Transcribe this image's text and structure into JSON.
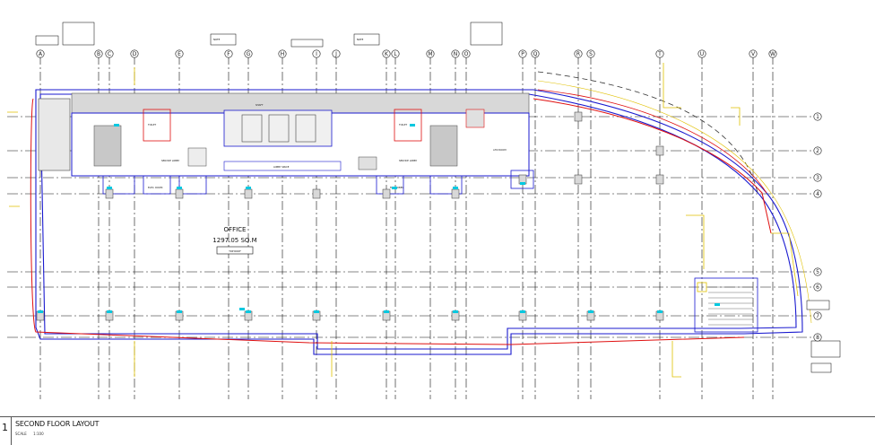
{
  "drawing": {
    "sheet_number": "1",
    "title": "SECOND FLOOR LAYOUT",
    "scale_label": "SCALE",
    "scale_value": "1:100"
  },
  "room": {
    "name": "OFFICE",
    "area": "1297.05 SQ.M",
    "tag": "TOP ROOF"
  },
  "grid_columns": [
    "A",
    "B",
    "C",
    "D",
    "E",
    "F",
    "G",
    "H",
    "I",
    "J",
    "K",
    "L",
    "M",
    "N",
    "O",
    "P",
    "Q",
    "R",
    "S",
    "T",
    "U",
    "V",
    "W"
  ],
  "grid_rows": [
    "1",
    "2",
    "3",
    "4",
    "5",
    "6",
    "7",
    "8"
  ],
  "small_labels": {
    "service_lobby": "SERVICE LOBBY",
    "lobby_space": "LOBBY SPACE",
    "shaft": "SHAFT",
    "toilet": "TOILET",
    "ahu_room": "AHU ROOM",
    "electrical_room": "ELEC. ROOM",
    "fire_lobby": "FIRE LOBBY",
    "note_label": "NOTE"
  },
  "colors": {
    "walls": "#1a1acf",
    "grid": "#111111",
    "facade": "#e01010",
    "dims": "#e0c000",
    "cyan": "#00c8e0",
    "hatch": "#8a8a8a"
  }
}
